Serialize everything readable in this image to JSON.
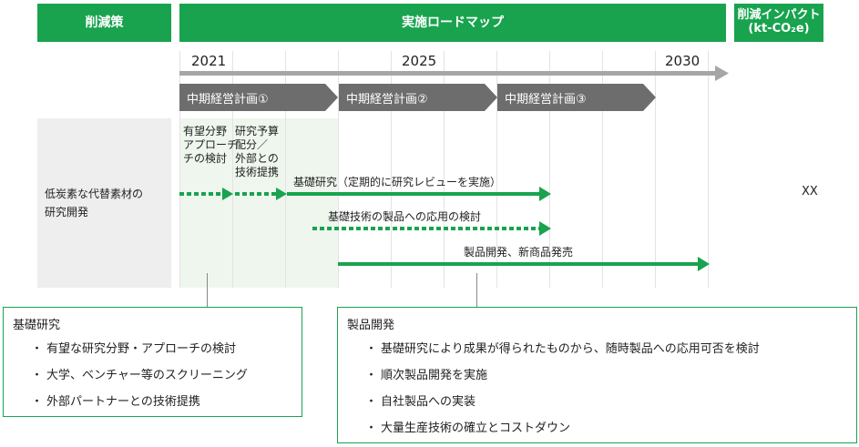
{
  "headers": {
    "measures": "削減策",
    "roadmap": "実施ロードマップ",
    "impact_line1": "削減インパクト",
    "impact_line2": "(kt-CO₂e)"
  },
  "timeline": {
    "years": [
      "2021",
      "2025",
      "2030"
    ]
  },
  "phases": [
    "中期経営計画①",
    "中期経営計画②",
    "中期経営計画③"
  ],
  "row": {
    "label_line1": "低炭素な代替素材の",
    "label_line2": "研究開発",
    "impact_value": "XX"
  },
  "steps": {
    "note1_line1": "有望分野",
    "note1_line2": "アプローチ",
    "note1_line3": "チの検討",
    "note2_line1": "研究予算",
    "note2_line2": "配分／",
    "note2_line3": "外部との",
    "note2_line4": "技術提携"
  },
  "arrows": {
    "basic_research": "基礎研究（定期的に研究レビューを実施）",
    "application": "基礎技術の製品への応用の検討",
    "product_dev": "製品開発、新商品発売"
  },
  "boxes": {
    "research": {
      "title": "基礎研究",
      "items": [
        "有望な研究分野・アプローチの検討",
        "大学、ベンチャー等のスクリーニング",
        "外部パートナーとの技術提携"
      ]
    },
    "product": {
      "title": "製品開発",
      "items": [
        "基礎研究により成果が得られたものから、随時製品への応用可否を検討",
        "順次製品開発を実施",
        "自社製品への実装",
        "大量生産技術の確立とコストダウン"
      ]
    }
  },
  "colors": {
    "accent": "#19a34f",
    "phase": "#6d6d6d",
    "timeline": "#a6a6a6"
  }
}
